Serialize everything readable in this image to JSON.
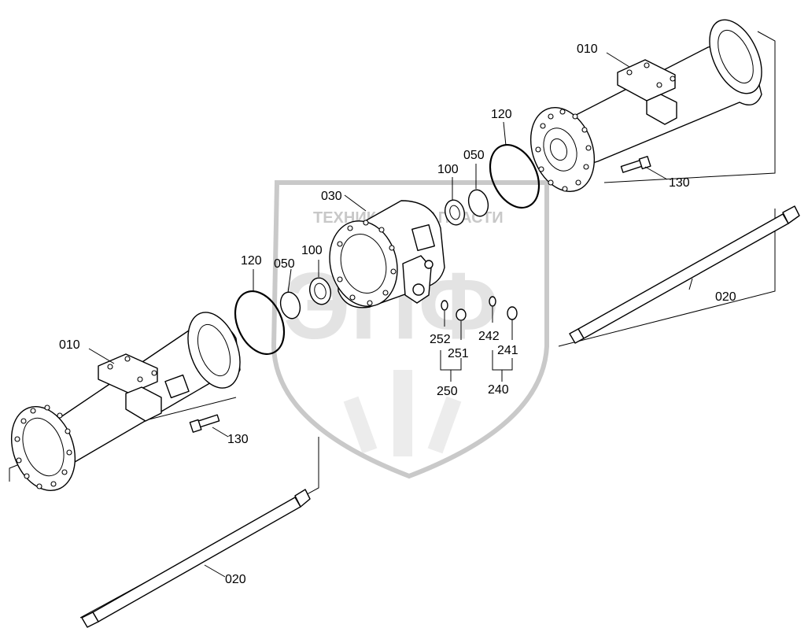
{
  "watermark": {
    "text_left": "ТЕХНИКА",
    "text_right": "ЗАПЧАСТИ",
    "logo_letters": "ЭПФ"
  },
  "labels": {
    "housing_right": "010",
    "housing_left": "010",
    "shaft_right": "020",
    "shaft_left": "020",
    "center_housing": "030",
    "shim_right": "050",
    "shim_left": "050",
    "bearing_right": "100",
    "bearing_left": "100",
    "oring_right": "120",
    "oring_left": "120",
    "bolt_right": "130",
    "bolt_left": "130",
    "plug_kit_a": "240",
    "plug_a": "241",
    "seal_a": "242",
    "plug_kit_b": "250",
    "plug_b": "251",
    "seal_b": "252"
  }
}
